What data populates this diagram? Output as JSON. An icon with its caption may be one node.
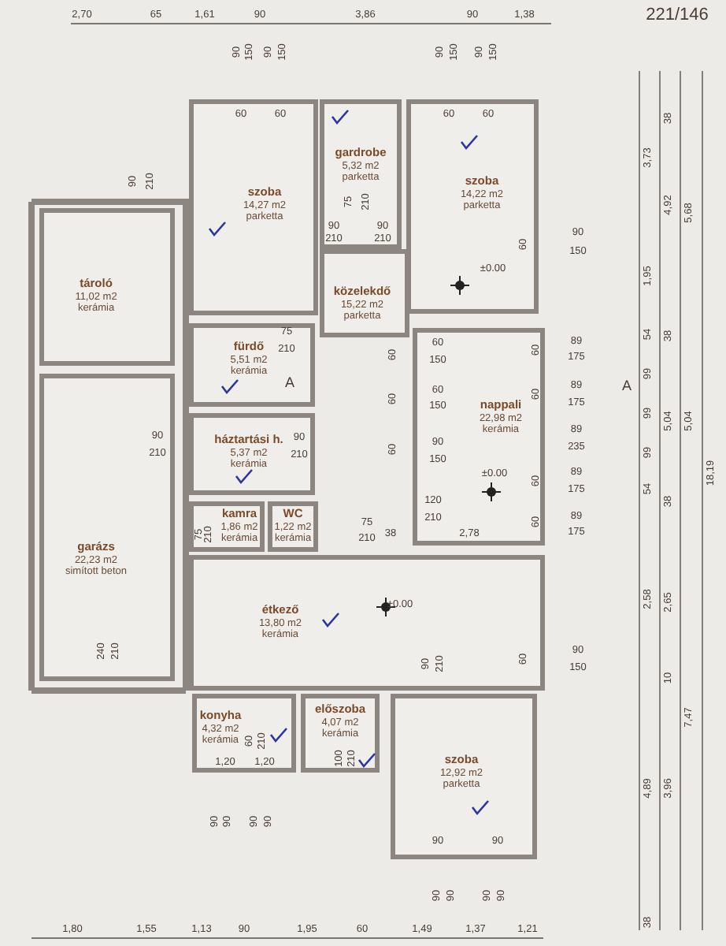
{
  "diagram": {
    "nodes": [
      {
        "text": [
          "szoba",
          "14,27 m2",
          "parketta"
        ]
      },
      {
        "text": [
          "gardrobe",
          "5,32 m2",
          "parketta"
        ]
      },
      {
        "text": [
          "szoba",
          "14,22 m2",
          "parketta"
        ]
      },
      {
        "text": [
          "tároló",
          "11,02 m2",
          "kerámia"
        ]
      },
      {
        "text": [
          "közelekdő",
          "15,22 m2",
          "parketta"
        ]
      },
      {
        "text": [
          "fürdő",
          "5,51 m2",
          "kerámia"
        ]
      },
      {
        "text": [
          "nappali",
          "22,98 m2",
          "kerámia"
        ]
      },
      {
        "text": [
          "háztartási h.",
          "5,37 m2",
          "kerámia"
        ]
      },
      {
        "text": [
          "garázs",
          "22,23 m2",
          "simított beton"
        ]
      },
      {
        "text": [
          "kamra",
          "1,86 m2",
          "kerámia"
        ]
      },
      {
        "text": [
          "WC",
          "1,22 m2",
          "kerámia"
        ]
      },
      {
        "text": [
          "étkező",
          "13,80 m2",
          "kerámia"
        ]
      },
      {
        "text": [
          "konyha",
          "4,32 m2",
          "kerámia"
        ]
      },
      {
        "text": [
          "előszoba",
          "4,07 m2",
          "kerámia"
        ]
      },
      {
        "text": [
          "szoba",
          "12,92 m2",
          "parketta"
        ]
      }
    ],
    "edges": [],
    "labels": [
      "2,70",
      "65",
      "1,61",
      "90",
      "3,86",
      "90",
      "1,38",
      "221/146",
      "90",
      "150",
      "90",
      "150",
      "90",
      "150",
      "90",
      "150",
      "60",
      "60",
      "60",
      "60",
      "38",
      "3,73",
      "90",
      "210",
      "75",
      "210",
      "4,92",
      "5,68",
      "90",
      "210",
      "90",
      "210",
      "60",
      "90",
      "150",
      "±0.00",
      "1,95",
      "75",
      "210",
      "54",
      "38",
      "60",
      "150",
      "60",
      "60",
      "89",
      "175",
      "99",
      "A",
      "60",
      "60",
      "150",
      "60",
      "89",
      "175",
      "A",
      "99",
      "5,04",
      "5,04",
      "89",
      "235",
      "90",
      "210",
      "90",
      "210",
      "60",
      "90",
      "150",
      "99",
      "18,19",
      "±0.00",
      "60",
      "89",
      "175",
      "54",
      "120",
      "38",
      "210",
      "60",
      "89",
      "175",
      "75",
      "210",
      "75",
      "210",
      "38",
      "2,78",
      "2,58",
      "2,65",
      "±0.00",
      "240",
      "210",
      "60",
      "90",
      "150",
      "90",
      "210",
      "10",
      "7,47",
      "60",
      "210",
      "100",
      "210",
      "1,20",
      "1,20",
      "4,89",
      "3,96",
      "90",
      "90",
      "90",
      "90",
      "90",
      "90",
      "90",
      "90",
      "90",
      "90",
      "38",
      "1,80",
      "1,55",
      "1,13",
      "90",
      "1,95",
      "60",
      "1,49",
      "1,37",
      "1,21"
    ]
  }
}
